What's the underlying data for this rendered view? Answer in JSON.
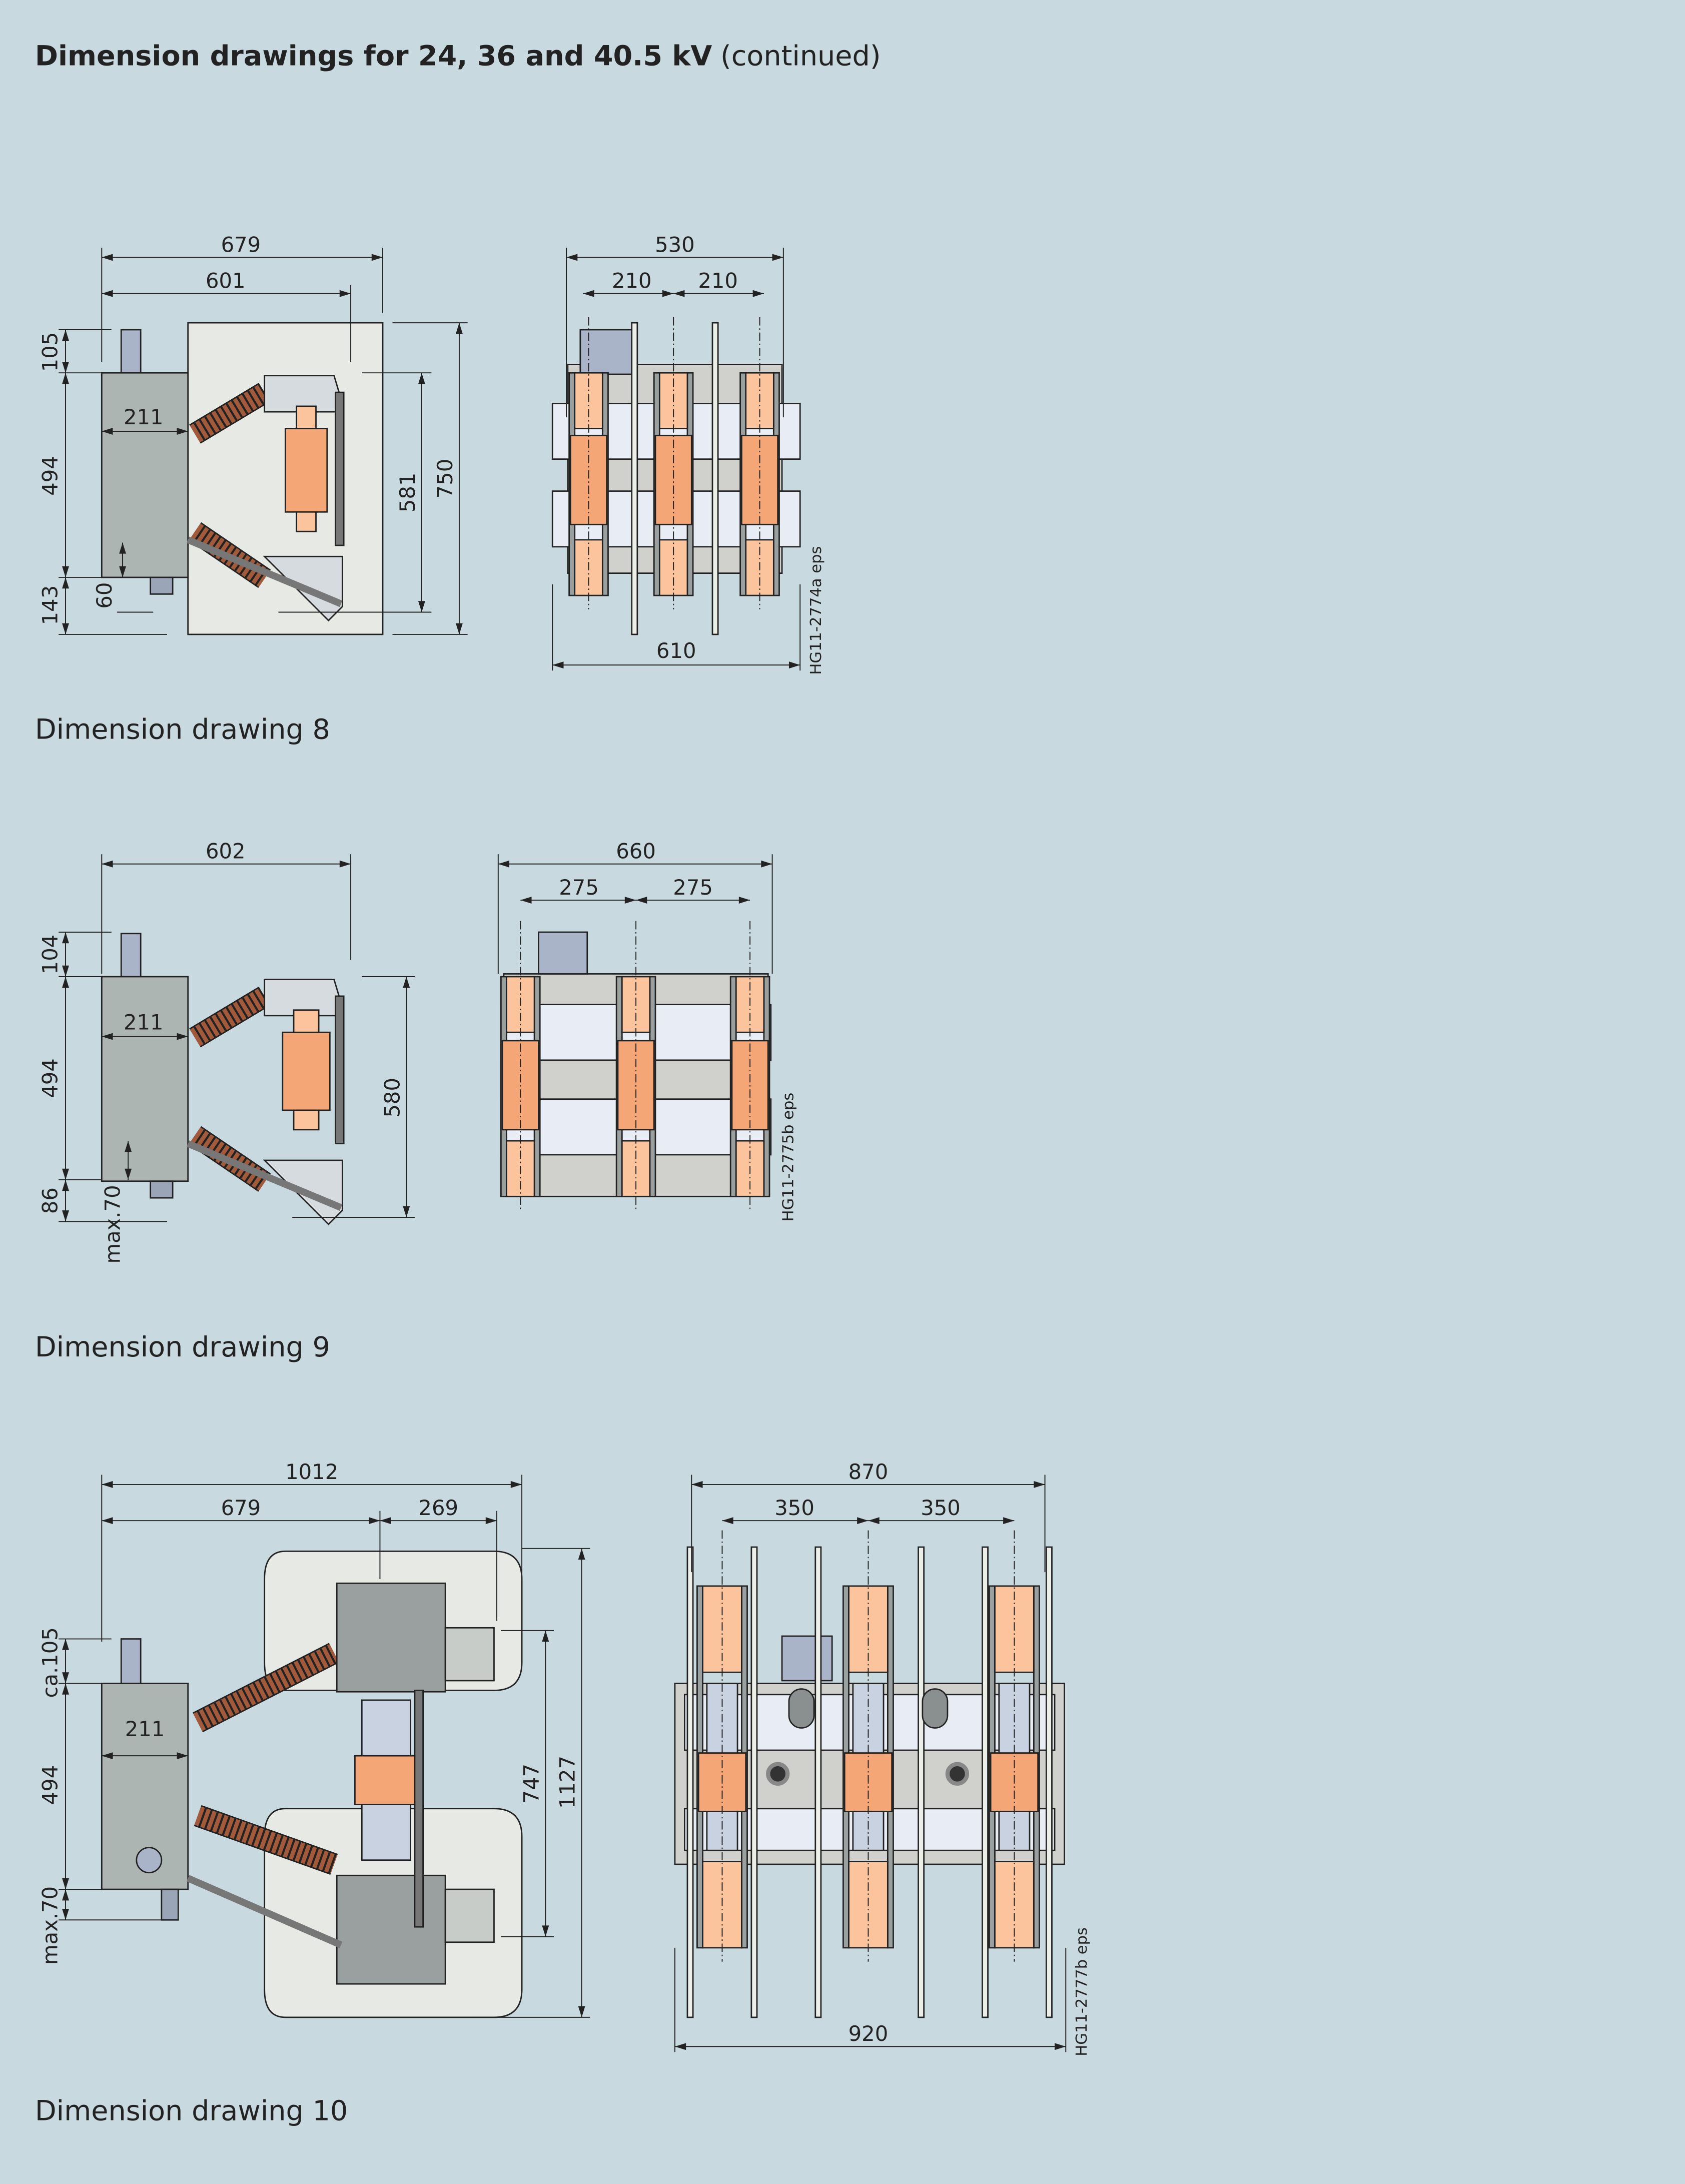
{
  "header": {
    "title_bold": "Dimension drawings for 24, 36 and 40.5 kV",
    "title_normal": "(continued)"
  },
  "drawings": [
    {
      "caption": "Dimension drawing 8",
      "code": "HG11-2774a eps",
      "side_dims": {
        "overall_width": "679",
        "width_to_contact": "601",
        "top_stub": "105",
        "cabinet_height": "494",
        "bottom": "143",
        "bottom_small": "60",
        "cabinet_depth": "211",
        "contact_height": "581",
        "panel_height": "750"
      },
      "front_dims": {
        "overall": "530",
        "pitch_left": "210",
        "pitch_right": "210",
        "base_width": "610"
      }
    },
    {
      "caption": "Dimension drawing 9",
      "code": "HG11-2775b eps",
      "side_dims": {
        "overall_width": "602",
        "top_stub": "104",
        "cabinet_height": "494",
        "bottom": "86",
        "bottom_small": "max.70",
        "cabinet_depth": "211",
        "contact_height": "580"
      },
      "front_dims": {
        "overall": "660",
        "pitch_left": "275",
        "pitch_right": "275"
      }
    },
    {
      "caption": "Dimension drawing 10",
      "code": "HG11-2777b eps",
      "side_dims": {
        "overall_width": "1012",
        "cabinet_to_axis": "679",
        "axis_to_terminal": "269",
        "top_stub": "ca.105",
        "cabinet_height": "494",
        "bottom_small": "max.70",
        "cabinet_depth": "211",
        "contact_height": "747",
        "total_height": "1127"
      },
      "front_dims": {
        "overall": "870",
        "pitch_left": "350",
        "pitch_right": "350",
        "base_width": "920"
      }
    }
  ],
  "colors": {
    "background": "#c9d9e0",
    "copper": "#f5a676",
    "copper_light": "#fbc49c",
    "insulator": "#a25a3a",
    "cabinet": "#adb5b2",
    "panel": "#e6e9e4",
    "frame": "#d0d0cc",
    "blue_grey": "#b0bcd0"
  }
}
